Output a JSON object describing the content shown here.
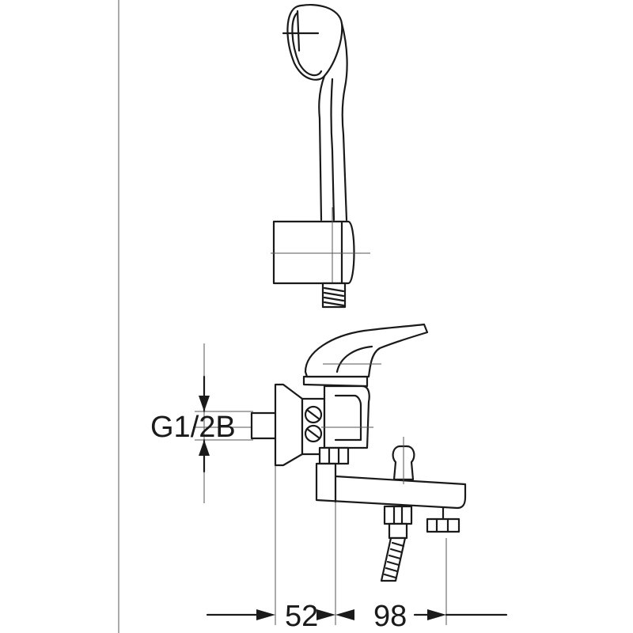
{
  "labels": {
    "thread": "G1/2B"
  },
  "dimensions": {
    "wall_to_spout_axis": "52",
    "spout_reach": "98"
  }
}
